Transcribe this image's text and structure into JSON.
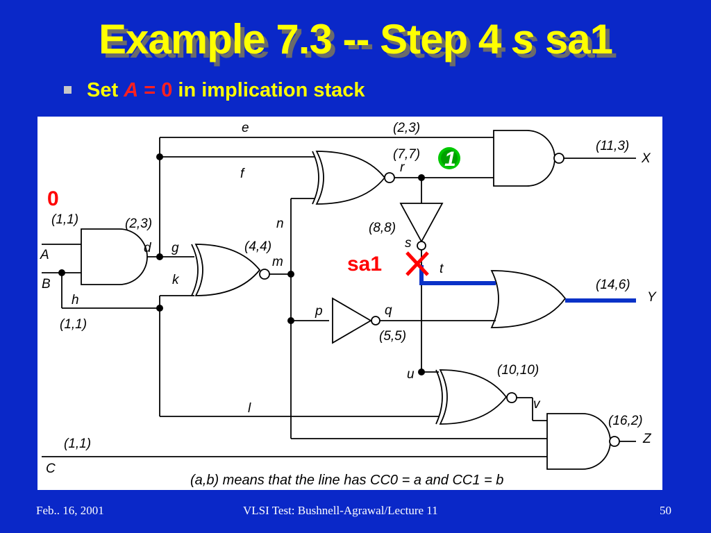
{
  "slide": {
    "title_prefix": "Example 7.3 -- Step 4 ",
    "title_signal": "s",
    "title_suffix": " sa1",
    "bullet_set": "Set ",
    "bullet_var": "A",
    "bullet_eq": " = 0",
    "bullet_rest": " in implication stack"
  },
  "diagram": {
    "input_value_label": "0",
    "fault_label": "sa1",
    "implied_value": "1",
    "legend": "(a,b) means that the line has CC0 = a and CC1 = b",
    "signals": {
      "A": "A",
      "B": "B",
      "C": "C",
      "X": "X",
      "Y": "Y",
      "Z": "Z",
      "d": "d",
      "e": "e",
      "f": "f",
      "g": "g",
      "h": "h",
      "k": "k",
      "l": "l",
      "m": "m",
      "n": "n",
      "p": "p",
      "q": "q",
      "r": "r",
      "s": "s",
      "t": "t",
      "u": "u",
      "v": "v"
    },
    "controllability": {
      "A": "(1,1)",
      "B": "(1,1)",
      "C": "(1,1)",
      "d": "(2,3)",
      "e": "(2,3)",
      "m": "(4,4)",
      "r": "(7,7)",
      "s": "(8,8)",
      "q": "(5,5)",
      "X": "(11,3)",
      "Y": "(14,6)",
      "v": "(10,10)",
      "Z": "(16,2)"
    }
  },
  "colors": {
    "background": "#0a28c8",
    "title": "#ffff00",
    "accent_red": "#ff0000",
    "propagation_path": "#0a32c8",
    "implied_circle": "#00c800"
  },
  "footer": {
    "date": "Feb.. 16, 2001",
    "course": "VLSI Test: Bushnell-Agrawal/Lecture 11",
    "page": "50"
  }
}
